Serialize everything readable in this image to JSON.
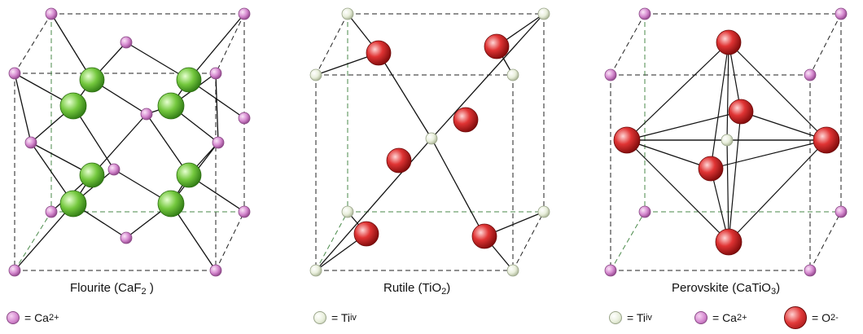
{
  "panels": [
    {
      "id": "flourite",
      "caption_text": "Flourite (CaF",
      "caption_sub": "2",
      "caption_tail": " )",
      "legend": [
        {
          "icon": "ca-ion-icon",
          "text": "= Ca",
          "sup": "2+"
        }
      ]
    },
    {
      "id": "rutile",
      "caption_text": "Rutile (TiO",
      "caption_sub": "2",
      "caption_tail": ")",
      "legend": [
        {
          "icon": "ti-ion-icon",
          "text": "= Ti",
          "sup": "iv"
        }
      ]
    },
    {
      "id": "perovskite",
      "caption_text": "Perovskite (CaTiO",
      "caption_sub": "3",
      "caption_tail": ")",
      "legend": [
        {
          "icon": "ti-ion-icon",
          "text": "= Ti",
          "sup": "iv"
        },
        {
          "icon": "ca-ion-icon",
          "text": "= Ca",
          "sup": "2+"
        },
        {
          "icon": "o-ion-icon",
          "text": "= O",
          "sup": "2-"
        }
      ]
    }
  ],
  "colors": {
    "ca_ion": "#d68ad0",
    "ti_ion": "#e9efdc",
    "o_ion": "#d42a2a",
    "f_ion": "#6fc23a",
    "edge": "#222222",
    "hidden_edge": "#4a8a4a"
  }
}
